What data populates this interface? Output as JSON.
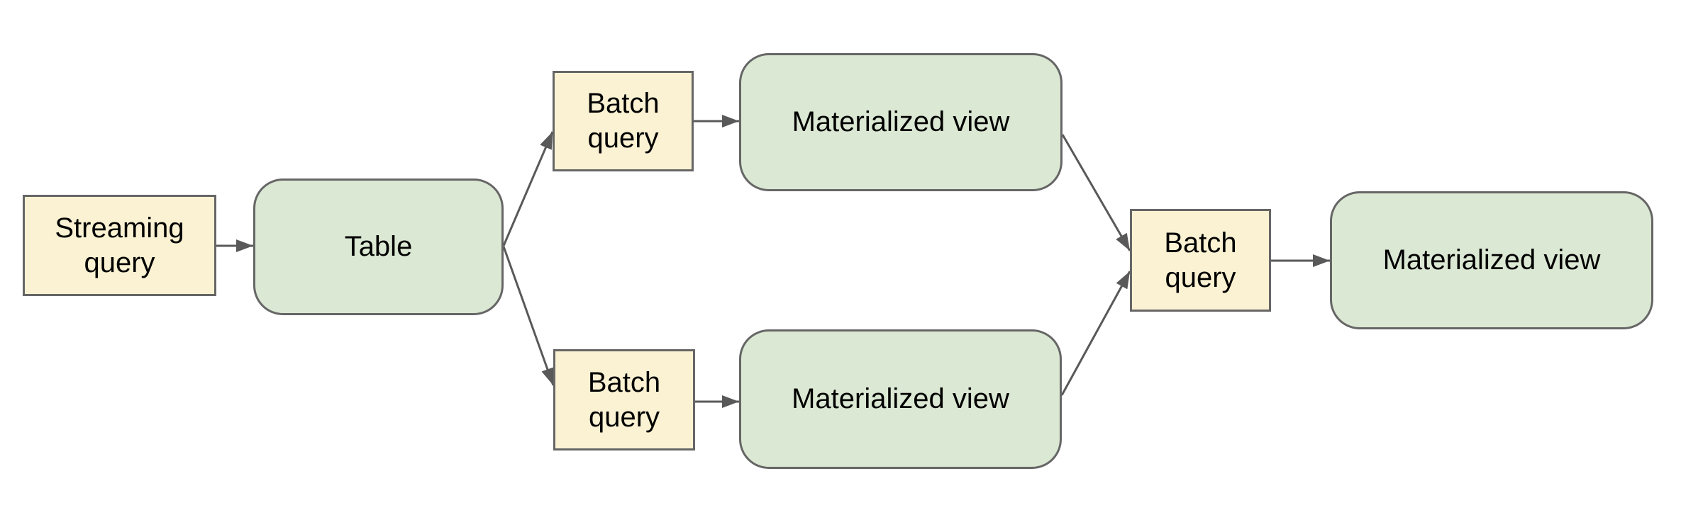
{
  "diagram": {
    "description": "Data pipeline flow diagram: a streaming query writes to a table, two batch queries read the table to build two materialized views, and a final batch query combines both materialized views into a final materialized view.",
    "nodes": [
      {
        "id": "streaming-query",
        "label": "Streaming query",
        "shape": "rectangle",
        "fill": "#faf2d2"
      },
      {
        "id": "table",
        "label": "Table",
        "shape": "rounded-rect",
        "fill": "#dbe8d3"
      },
      {
        "id": "batch-query-top",
        "label": "Batch query",
        "shape": "rectangle",
        "fill": "#faf2d2"
      },
      {
        "id": "materialized-view-top",
        "label": "Materialized view",
        "shape": "rounded-rect",
        "fill": "#dbe8d3"
      },
      {
        "id": "batch-query-bottom",
        "label": "Batch query",
        "shape": "rectangle",
        "fill": "#faf2d2"
      },
      {
        "id": "materialized-view-bottom",
        "label": "Materialized view",
        "shape": "rounded-rect",
        "fill": "#dbe8d3"
      },
      {
        "id": "batch-query-right",
        "label": "Batch query",
        "shape": "rectangle",
        "fill": "#faf2d2"
      },
      {
        "id": "materialized-view-final",
        "label": "Materialized view",
        "shape": "rounded-rect",
        "fill": "#dbe8d3"
      }
    ],
    "edges": [
      {
        "from": "streaming-query",
        "to": "table"
      },
      {
        "from": "table",
        "to": "batch-query-top"
      },
      {
        "from": "table",
        "to": "batch-query-bottom"
      },
      {
        "from": "batch-query-top",
        "to": "materialized-view-top"
      },
      {
        "from": "batch-query-bottom",
        "to": "materialized-view-bottom"
      },
      {
        "from": "materialized-view-top",
        "to": "batch-query-right"
      },
      {
        "from": "materialized-view-bottom",
        "to": "batch-query-right"
      },
      {
        "from": "batch-query-right",
        "to": "materialized-view-final"
      }
    ],
    "colors": {
      "background": "#ffffff",
      "query_node_fill": "#faf2d2",
      "storage_node_fill": "#dbe8d3",
      "node_border": "#666666",
      "arrow": "#595959",
      "text": "#000000"
    }
  }
}
